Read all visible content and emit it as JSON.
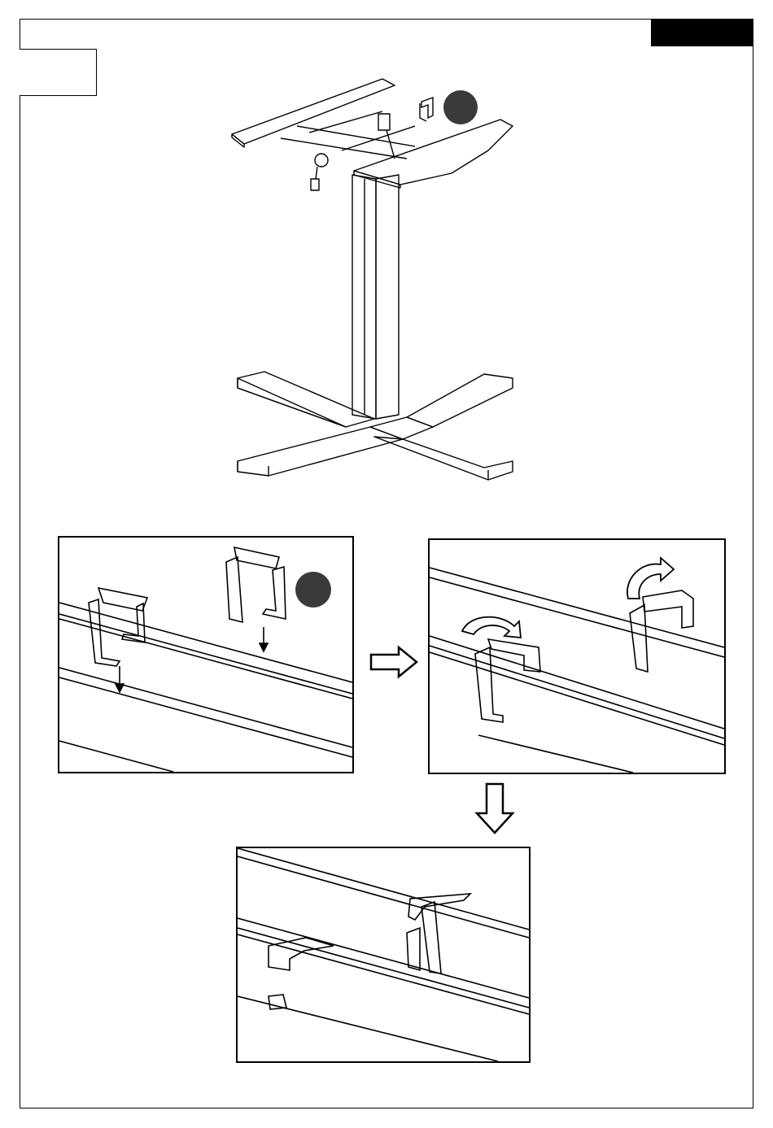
{
  "page": {
    "step_number": "",
    "section_tab": ""
  },
  "colors": {
    "line": "#000000",
    "badge": "#3a3a3a",
    "background": "#ffffff"
  },
  "icons": {
    "part_badge": "filled-circle-badge",
    "flow_right": "outline-arrow-right",
    "flow_down": "outline-arrow-down",
    "rotate": "curved-rotate-arrow",
    "insert": "down-arrow"
  },
  "panels": [
    {
      "id": "clip-insert",
      "caption": ""
    },
    {
      "id": "clip-rotate",
      "caption": ""
    },
    {
      "id": "clip-installed",
      "caption": ""
    }
  ]
}
